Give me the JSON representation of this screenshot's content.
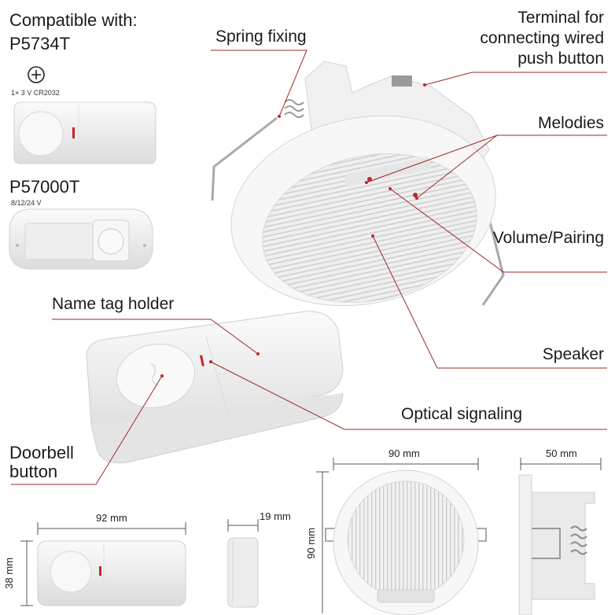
{
  "compatible": {
    "heading": "Compatible with:",
    "model1": "P5734T",
    "model1_battery": "1× 3 V CR2032",
    "model2": "P57000T",
    "model2_voltage": "8/12/24 V"
  },
  "callouts": {
    "spring_fixing": "Spring fixing",
    "terminal_line1": "Terminal for",
    "terminal_line2": "connecting wired",
    "terminal_line3": "push button",
    "melodies": "Melodies",
    "volume_pairing": "Volume/Pairing",
    "speaker": "Speaker",
    "name_tag_holder": "Name tag holder",
    "optical_signaling": "Optical signaling",
    "doorbell_line1": "Doorbell",
    "doorbell_line2": "button"
  },
  "dimensions": {
    "button_width": "92 mm",
    "button_height": "38 mm",
    "button_depth": "19 mm",
    "chime_width": "90 mm",
    "chime_height": "90 mm",
    "chime_depth": "50 mm"
  },
  "colors": {
    "accent_line": "#9b2a2a",
    "device_body": "#f4f4f4",
    "device_edge": "#d2d2d2",
    "led_red": "#c0262d"
  }
}
